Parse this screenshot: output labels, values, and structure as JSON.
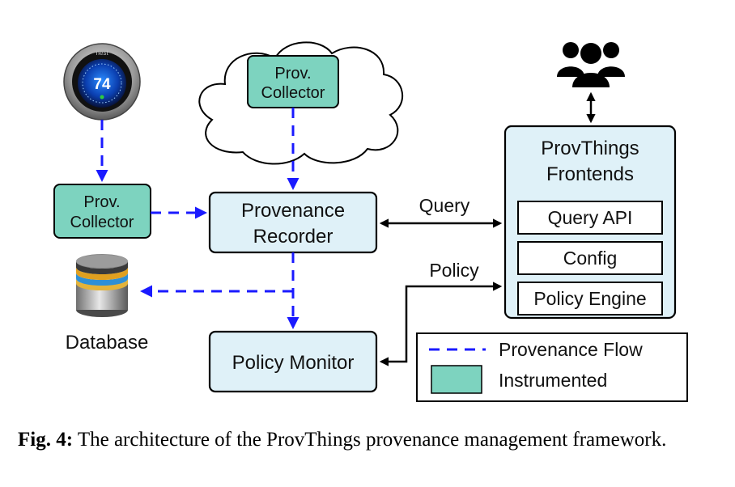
{
  "nodes": {
    "cloud_collector": {
      "line1": "Prov.",
      "line2": "Collector"
    },
    "left_collector": {
      "line1": "Prov.",
      "line2": "Collector"
    },
    "recorder": {
      "line1": "Provenance",
      "line2": "Recorder"
    },
    "monitor": {
      "label": "Policy Monitor"
    },
    "frontends": {
      "line1": "ProvThings",
      "line2": "Frontends"
    },
    "query_api": {
      "label": "Query API"
    },
    "config": {
      "label": "Config"
    },
    "policy_engine": {
      "label": "Policy Engine"
    },
    "database": {
      "label": "Database"
    },
    "thermostat": {
      "brand": "nest",
      "temperature": "74"
    }
  },
  "edges": {
    "query_label": "Query",
    "policy_label": "Policy"
  },
  "legend": {
    "flow_label": "Provenance Flow",
    "instrumented_label": "Instrumented"
  },
  "colors": {
    "flow": "#1a1aff",
    "box_fill": "#dff1f8",
    "instrumented_fill": "#7dd3bf"
  },
  "caption": {
    "prefix": "Fig. 4:",
    "text": " The architecture of the ProvThings provenance management framework."
  }
}
